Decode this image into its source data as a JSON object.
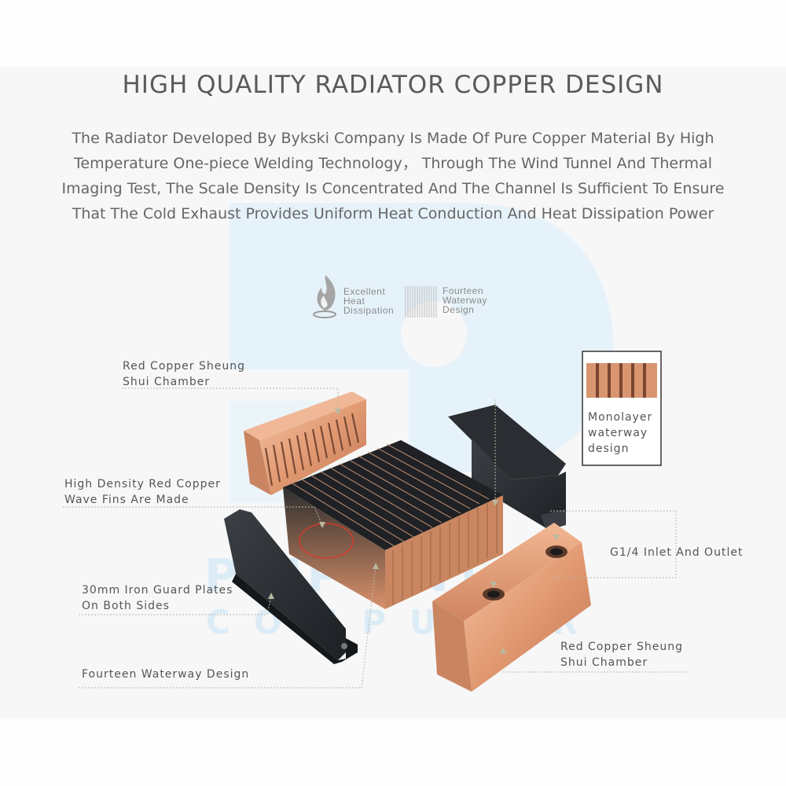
{
  "header": {
    "title": "HIGH QUALITY RADIATOR COPPER DESIGN",
    "description_lines": [
      "The Radiator Developed By Bykski Company Is Made Of Pure Copper Material By High",
      "Temperature One-piece Welding Technology， Through The Wind Tunnel And Thermal",
      "Imaging Test, The Scale Density Is Concentrated And The Channel Is Sufficient To Ensure",
      "That The Cold Exhaust Provides Uniform Heat Conduction And Heat Dissipation Power"
    ]
  },
  "badges": [
    {
      "icon": "flame-icon",
      "lines": [
        "Excellent",
        "Heat",
        "Dissipation"
      ]
    },
    {
      "icon": "waterway-grid-icon",
      "lines": [
        "Fourteen",
        "Waterway",
        "Design"
      ]
    }
  ],
  "callouts": {
    "top_chamber": [
      "Red Copper Sheung",
      "Shui Chamber"
    ],
    "fins": [
      "High Density Red Copper",
      "Wave Fins Are Made"
    ],
    "guard_plates": [
      "30mm Iron Guard Plates",
      "On Both Sides"
    ],
    "waterway": [
      "Fourteen Waterway Design"
    ],
    "monolayer": [
      "Monolayer",
      "waterway",
      "design"
    ],
    "inlet": [
      "G1/4 Inlet And Outlet"
    ],
    "bottom_chamber": [
      "Red Copper Sheung",
      "Shui Chamber"
    ]
  },
  "watermark": {
    "line1": "PINPOINT",
    "line2": "COMPUTER"
  },
  "colors": {
    "copper": "#e0a07c",
    "copper_dark": "#b5704c",
    "iron": "#2b2f33",
    "watermark": "#d9ecf7"
  }
}
